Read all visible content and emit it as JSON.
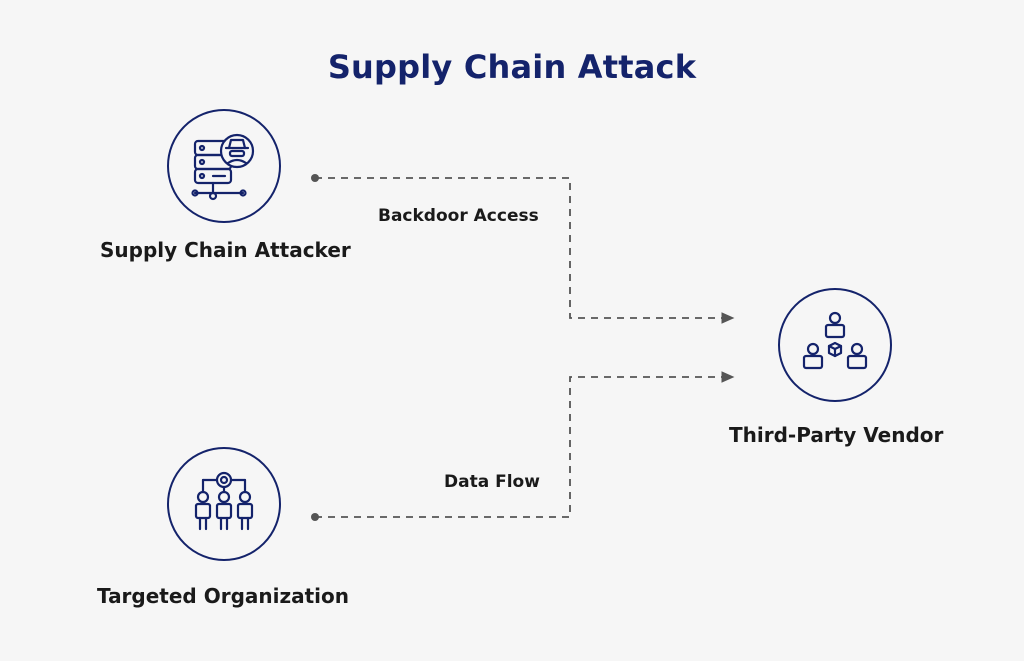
{
  "title": "Supply Chain Attack",
  "nodes": {
    "attacker": {
      "label": "Supply Chain Attacker",
      "icon": "server-hacker-icon"
    },
    "vendor": {
      "label": "Third-Party Vendor",
      "icon": "vendor-network-icon"
    },
    "organization": {
      "label": "Targeted Organization",
      "icon": "organization-hierarchy-icon"
    }
  },
  "edges": {
    "backdoor": {
      "label": "Backdoor Access",
      "from": "Supply Chain Attacker",
      "to": "Third-Party Vendor"
    },
    "dataflow": {
      "label": "Data Flow",
      "from": "Targeted Organization",
      "to": "Third-Party Vendor"
    }
  },
  "colors": {
    "accent": "#14236b",
    "connector": "#555555",
    "background": "#f6f6f6"
  }
}
